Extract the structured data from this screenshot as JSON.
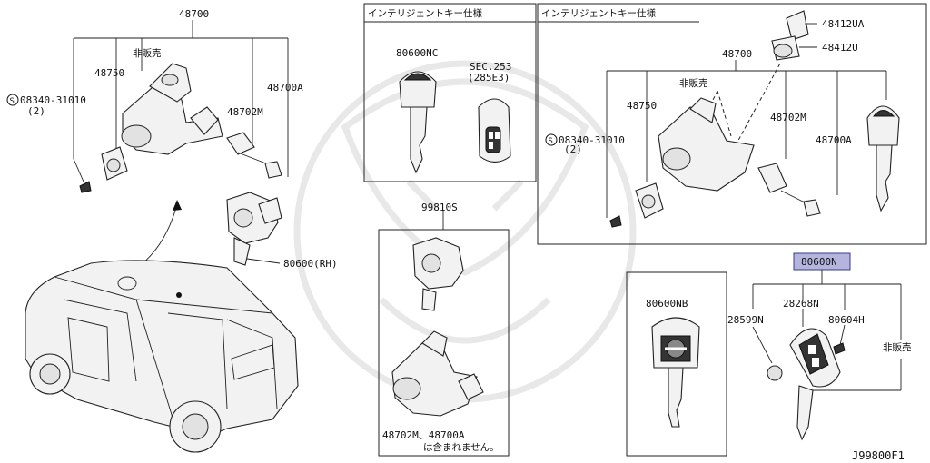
{
  "diagram": {
    "code": "J99800F1",
    "labels": {
      "p48700_left": "48700",
      "non_sale_left": "非販売",
      "p48750_left": "48750",
      "bolt_left": "08340-31010",
      "bolt_left_qty": "(2)",
      "p48702m_left": "48702M",
      "p48700a_left": "48700A",
      "p80600_rh": "80600(RH)",
      "panel1_title": "インテリジェントキー仕様",
      "p80600nc": "80600NC",
      "sec253": "SEC.253",
      "sec253_sub": "(285E3)",
      "panel2_title": "インテリジェントキー仕様",
      "p48412ua": "48412UA",
      "p48412u": "48412U",
      "p48700_right": "48700",
      "non_sale_right": "非販売",
      "p48750_right": "48750",
      "bolt_right": "08340-31010",
      "bolt_right_qty": "(2)",
      "p48702m_right": "48702M",
      "p48700a_right": "48700A",
      "p99810s": "99810S",
      "note_line1": "48702M、48700A",
      "note_line2": "は含まれません。",
      "p80600nb": "80600NB",
      "p80600n": "80600N",
      "p28268n": "28268N",
      "p28599n": "28599N",
      "p80604h": "80604H",
      "non_sale_keyset": "非販売"
    },
    "colors": {
      "highlight_fill": "#b3b5dc",
      "highlight_border": "#3a3a8a",
      "line": "#222222"
    },
    "icons": [
      "screw-symbol-icon",
      "key-icon",
      "intelligent-key-fob-icon",
      "van-icon",
      "ignition-switch-icon",
      "lock-cylinder-icon"
    ]
  }
}
